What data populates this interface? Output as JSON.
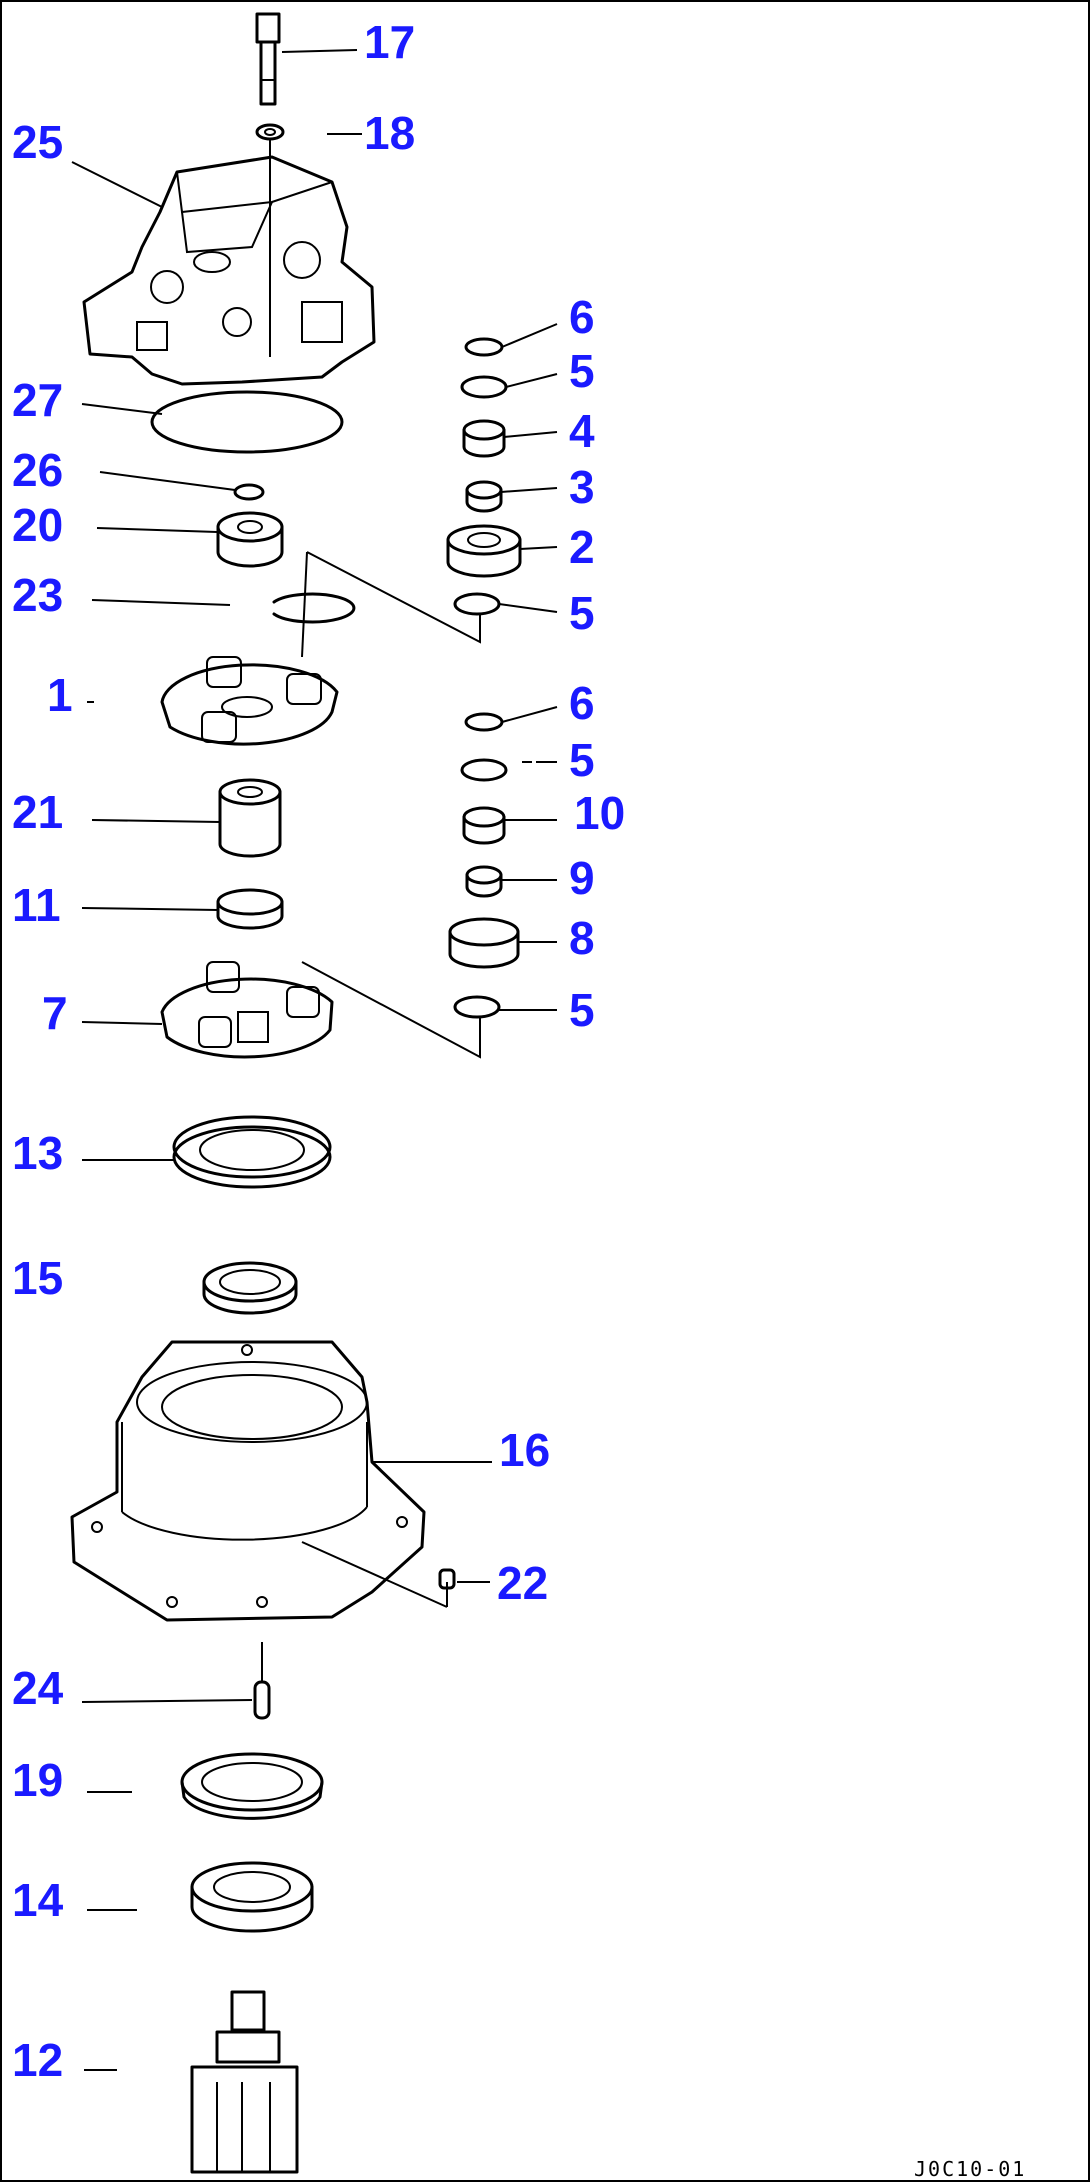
{
  "callouts": {
    "p1": "1",
    "p2": "2",
    "p3": "3",
    "p4": "4",
    "p5a": "5",
    "p5b": "5",
    "p5c": "5",
    "p5d": "5",
    "p6a": "6",
    "p6b": "6",
    "p7": "7",
    "p8": "8",
    "p9": "9",
    "p10": "10",
    "p11": "11",
    "p12": "12",
    "p13": "13",
    "p14": "14",
    "p15": "15",
    "p16": "16",
    "p17": "17",
    "p18": "18",
    "p19": "19",
    "p20": "20",
    "p21": "21",
    "p22": "22",
    "p23": "23",
    "p24": "24",
    "p25": "25",
    "p26": "26",
    "p27": "27"
  },
  "drawing_code": "J0C10-01"
}
